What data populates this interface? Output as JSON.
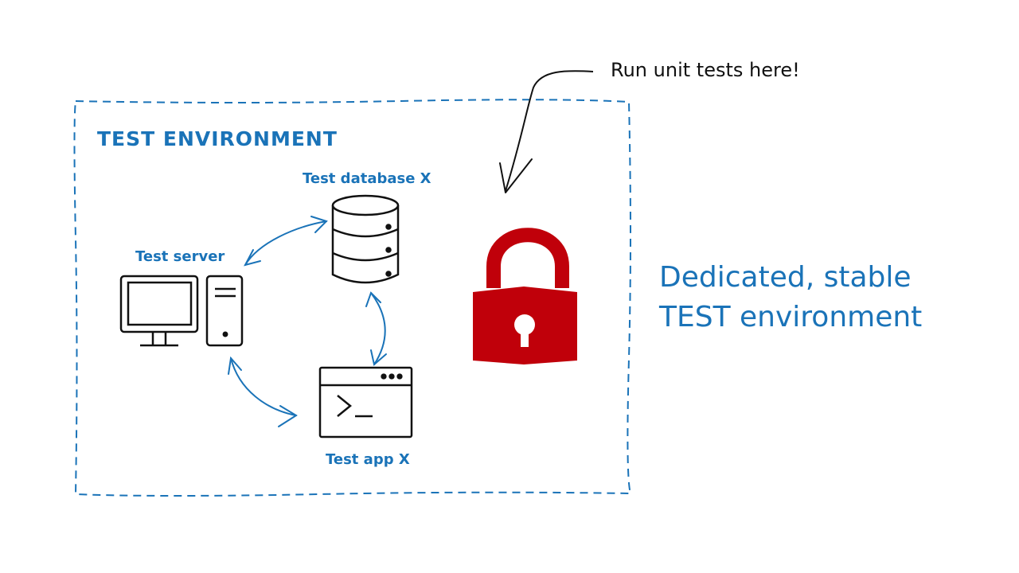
{
  "diagram": {
    "title": "TEST ENVIRONMENT",
    "callout_text": "Run unit tests here!",
    "lock_caption_line1": "Dedicated, stable",
    "lock_caption_line2": "TEST environment",
    "nodes": {
      "server": {
        "label": "Test server",
        "icon": "desktop-computer-icon"
      },
      "database": {
        "label": "Test database X",
        "icon": "database-icon"
      },
      "app": {
        "label": "Test app X",
        "icon": "terminal-window-icon"
      },
      "lock": {
        "icon": "padlock-icon"
      }
    }
  },
  "colors": {
    "accent_blue": "#1a73b8",
    "lock_red": "#c0000a",
    "ink": "#111111",
    "background": "#ffffff"
  }
}
